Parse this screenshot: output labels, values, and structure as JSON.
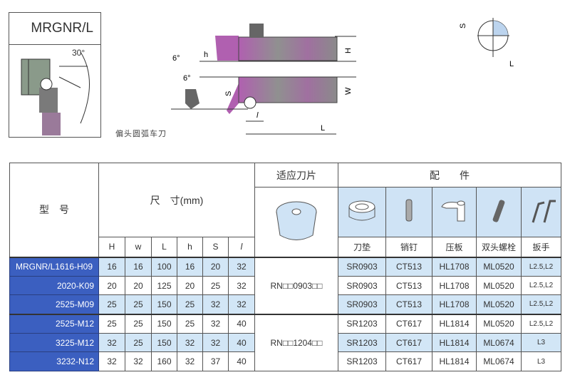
{
  "diagram": {
    "model_title": "MRGNR/L",
    "caption": "偏头圆弧车刀",
    "angle_30": "30°",
    "angle_6_top": "6°",
    "angle_6_bottom": "6°",
    "dim_labels": {
      "h": "h",
      "H": "H",
      "S": "S",
      "W": "W",
      "l": "l",
      "L": "L"
    },
    "corner_labels": {
      "S": "S",
      "L": "L"
    }
  },
  "table": {
    "model_header": "型　号",
    "dims_header": "尺　寸(mm)",
    "insert_header": "适应刀片",
    "parts_header": "配　　件",
    "dim_columns": [
      "H",
      "w",
      "L",
      "h",
      "S",
      "l"
    ],
    "part_columns": [
      "刀垫",
      "销钉",
      "压板",
      "双头螺栓",
      "扳手"
    ],
    "inserts": [
      "RN□□0903□□",
      "RN□□1204□□"
    ],
    "rows": [
      {
        "model": "MRGNR/L1616-H09",
        "dims": [
          "16",
          "16",
          "100",
          "16",
          "20",
          "32"
        ],
        "parts": [
          "SR0903",
          "CT513",
          "HL1708",
          "ML0520",
          "L2.5,L2"
        ]
      },
      {
        "model": "2020-K09",
        "dims": [
          "20",
          "20",
          "125",
          "20",
          "25",
          "32"
        ],
        "parts": [
          "SR0903",
          "CT513",
          "HL1708",
          "ML0520",
          "L2.5,L2"
        ]
      },
      {
        "model": "2525-M09",
        "dims": [
          "25",
          "25",
          "150",
          "25",
          "32",
          "32"
        ],
        "parts": [
          "SR0903",
          "CT513",
          "HL1708",
          "ML0520",
          "L2.5,L2"
        ]
      },
      {
        "model": "2525-M12",
        "dims": [
          "25",
          "25",
          "150",
          "25",
          "32",
          "40"
        ],
        "parts": [
          "SR1203",
          "CT617",
          "HL1814",
          "ML0520",
          "L2.5,L2"
        ]
      },
      {
        "model": "3225-M12",
        "dims": [
          "32",
          "25",
          "150",
          "32",
          "32",
          "40"
        ],
        "parts": [
          "SR1203",
          "CT617",
          "HL1814",
          "ML0674",
          "L3"
        ]
      },
      {
        "model": "3232-N12",
        "dims": [
          "32",
          "32",
          "160",
          "32",
          "37",
          "40"
        ],
        "parts": [
          "SR1203",
          "CT617",
          "HL1814",
          "ML0674",
          "L3"
        ]
      }
    ]
  }
}
